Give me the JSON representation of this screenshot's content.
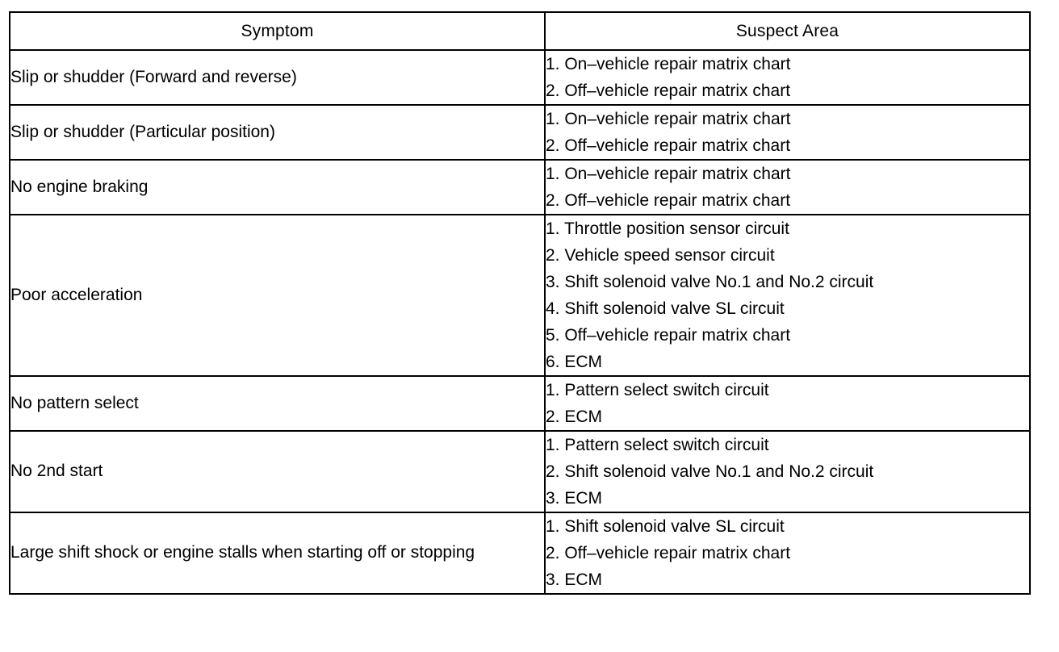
{
  "document": {
    "type": "table",
    "background_color": "#ffffff",
    "text_color": "#000000",
    "border_color": "#000000"
  },
  "table": {
    "headers": {
      "symptom": "Symptom",
      "suspect_area": "Suspect Area"
    },
    "rows": [
      {
        "symptom": "Slip or shudder (Forward and reverse)",
        "suspect_area": [
          "1. On–vehicle repair matrix chart",
          "2. Off–vehicle repair matrix chart"
        ]
      },
      {
        "symptom": "Slip or shudder (Particular position)",
        "suspect_area": [
          "1. On–vehicle repair matrix chart",
          "2. Off–vehicle repair matrix chart"
        ]
      },
      {
        "symptom": "No engine braking",
        "suspect_area": [
          "1. On–vehicle repair matrix chart",
          "2. Off–vehicle repair matrix chart"
        ]
      },
      {
        "symptom": "Poor acceleration",
        "suspect_area": [
          "1. Throttle position sensor circuit",
          "2. Vehicle speed sensor circuit",
          "3. Shift solenoid valve No.1 and No.2 circuit",
          "4. Shift solenoid valve SL circuit",
          "5. Off–vehicle repair matrix chart",
          "6. ECM"
        ]
      },
      {
        "symptom": "No pattern select",
        "suspect_area": [
          "1. Pattern select switch circuit",
          "2. ECM"
        ]
      },
      {
        "symptom": "No 2nd start",
        "suspect_area": [
          "1. Pattern select switch circuit",
          "2. Shift solenoid valve No.1 and No.2 circuit",
          "3. ECM"
        ]
      },
      {
        "symptom": "Large shift shock or engine stalls when starting off or stopping",
        "suspect_area": [
          "1. Shift solenoid valve SL circuit",
          "2. Off–vehicle repair matrix chart",
          "3. ECM"
        ]
      }
    ]
  }
}
